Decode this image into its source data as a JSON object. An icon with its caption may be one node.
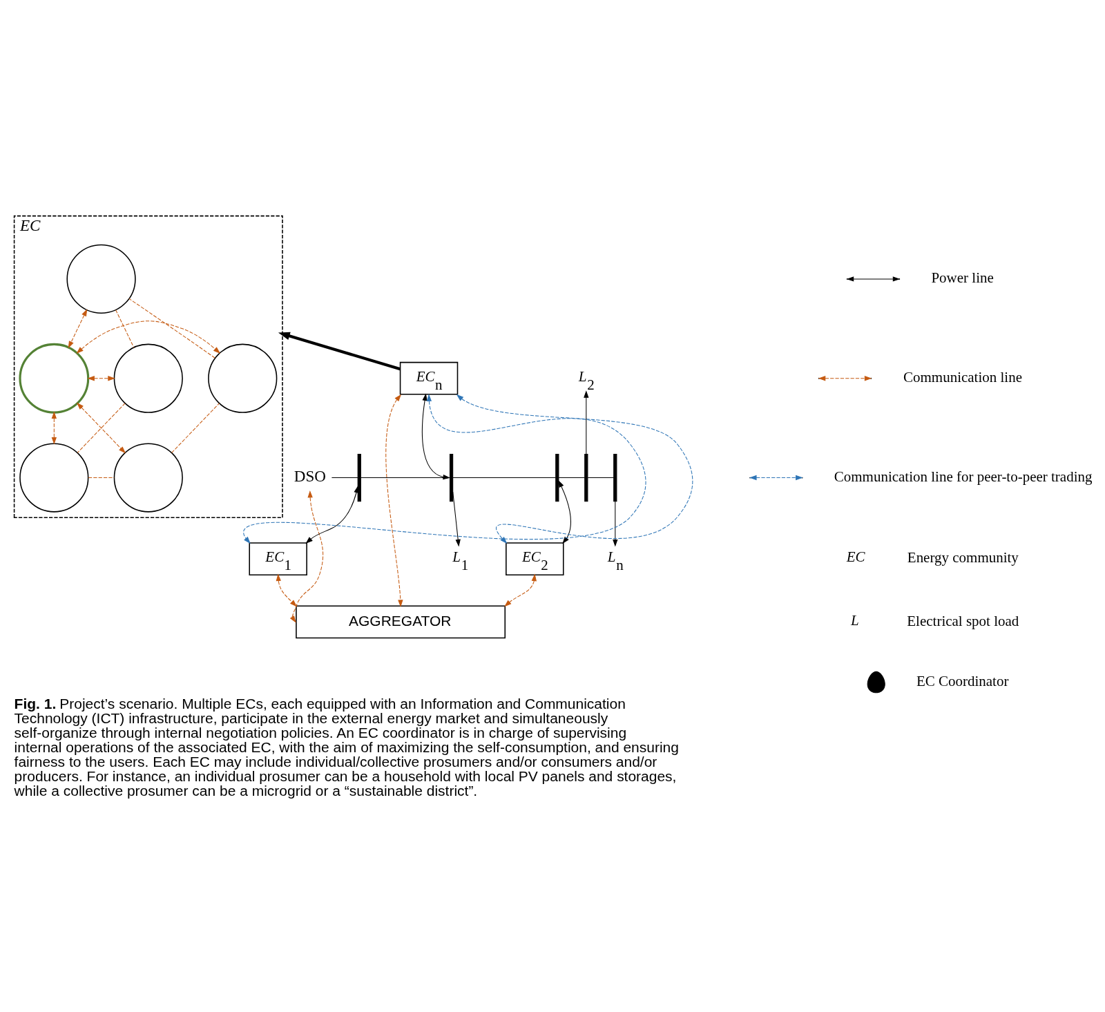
{
  "diagram": {
    "caption": "**Fig. 1.** Project’s scenario. Multiple ECs, each equipped with an Information and Communication Technology (ICT) infrastructure, participate in the external energy market and simultaneously self-organize through internal negotiation policies. An EC coordinator is in charge of supervising internal operations of the associated EC, with the aim of maximizing the self-consumption, and ensuring fairness to the users. Each EC may include individual/collective prosumers and/or consumers and/or producers. For instance, an individual prosumer can be a household with local PV panels and storages, while a collective prosumer can be a microgrid or a “sustainable district”.",
    "nodes": [
      {
        "text": [
          "EC"
        ]
      },
      {
        "text": [],
        "shape": "circle",
        "in": 0
      },
      {
        "text": [],
        "shape": "circle",
        "in": 0
      },
      {
        "text": [],
        "shape": "circle",
        "in": 0
      },
      {
        "text": [],
        "shape": "circle",
        "in": 0
      },
      {
        "text": [],
        "shape": "circle",
        "in": 0
      },
      {
        "text": [],
        "shape": "circle",
        "in": 0
      },
      {
        "text": [
          "DSO"
        ]
      },
      {
        "text": [],
        "shape": "bar"
      },
      {
        "text": [],
        "shape": "bar"
      },
      {
        "text": [],
        "shape": "bar"
      },
      {
        "text": [],
        "shape": "bar"
      },
      {
        "text": [],
        "shape": "bar"
      },
      {
        "text": [
          "EC$_{n}$"
        ]
      },
      {
        "text": [
          "EC$_{1}$"
        ]
      },
      {
        "text": [
          "EC$_{2}$"
        ]
      },
      {
        "text": [
          "L$_{1}$"
        ]
      },
      {
        "text": [
          "L$_{2}$"
        ]
      },
      {
        "text": [
          "L$_{n}$"
        ]
      },
      {
        "text": [
          "AGGREGATOR"
        ]
      },
      {
        "text": [],
        "shape": "person"
      }
    ],
    "edges": [
      {
        "from": 4,
        "to": 1,
        "arrow": "both",
        "style": "dashed",
        "color": "#c55a11"
      },
      {
        "from": 4,
        "to": 2,
        "arrow": "both",
        "style": "dashed",
        "color": "#c55a11"
      },
      {
        "from": 4,
        "to": 3,
        "arrow": "both",
        "style": "dashed",
        "color": "#c55a11"
      },
      {
        "from": 4,
        "to": 5,
        "arrow": "both",
        "style": "dashed",
        "color": "#c55a11"
      },
      {
        "from": 4,
        "to": 6,
        "arrow": "both",
        "style": "dashed",
        "color": "#c55a11"
      },
      {
        "from": 1,
        "to": 3,
        "arrow": "none",
        "style": "dashed",
        "color": "#c55a11"
      },
      {
        "from": 3,
        "to": 6,
        "arrow": "none",
        "style": "dashed",
        "color": "#c55a11"
      },
      {
        "from": 6,
        "to": 5,
        "arrow": "none",
        "style": "dashed",
        "color": "#c55a11"
      },
      {
        "from": 5,
        "to": 2,
        "arrow": "none",
        "style": "dashed",
        "color": "#c55a11"
      },
      {
        "from": 2,
        "to": 1,
        "arrow": "none",
        "style": "dashed",
        "color": "#c55a11"
      },
      {
        "from": 13,
        "to": 0,
        "arrow": "to",
        "style": "thick",
        "color": "#000000"
      },
      {
        "from": 7,
        "to": 8,
        "arrow": "none",
        "color": "#000000"
      },
      {
        "from": 8,
        "to": 9,
        "arrow": "none",
        "color": "#000000"
      },
      {
        "from": 9,
        "to": 10,
        "arrow": "none",
        "color": "#000000"
      },
      {
        "from": 10,
        "to": 11,
        "arrow": "none",
        "color": "#000000"
      },
      {
        "from": 11,
        "to": 12,
        "arrow": "none",
        "color": "#000000"
      },
      {
        "from": 8,
        "to": 14,
        "arrow": "both",
        "color": "#000000"
      },
      {
        "from": 9,
        "to": 13,
        "arrow": "both",
        "color": "#000000"
      },
      {
        "from": 9,
        "to": 16,
        "arrow": "to",
        "color": "#000000"
      },
      {
        "from": 10,
        "to": 15,
        "arrow": "both",
        "color": "#000000"
      },
      {
        "from": 11,
        "to": 17,
        "arrow": "to",
        "color": "#000000"
      },
      {
        "from": 12,
        "to": 18,
        "arrow": "to",
        "color": "#000000"
      },
      {
        "from": 13,
        "to": 14,
        "arrow": "both",
        "style": "dashed",
        "color": "#2e75b6"
      },
      {
        "from": 13,
        "to": 15,
        "arrow": "both",
        "style": "dashed",
        "color": "#2e75b6"
      },
      {
        "from": 13,
        "to": 19,
        "arrow": "both",
        "style": "dashed",
        "color": "#c55a11"
      },
      {
        "from": 14,
        "to": 19,
        "arrow": "both",
        "style": "dashed",
        "color": "#c55a11"
      },
      {
        "from": 15,
        "to": 19,
        "arrow": "both",
        "style": "dashed",
        "color": "#c55a11"
      },
      {
        "from": 7,
        "to": 19,
        "arrow": "both",
        "style": "dashed",
        "color": "#c55a11"
      }
    ],
    "labels": [
      "EC",
      "L"
    ],
    "legend": [
      {
        "text": "Power line"
      },
      {
        "text": "Communication line"
      },
      {
        "text": "Communication line for peer-to-peer trading"
      },
      {
        "text": "Energy community"
      },
      {
        "text": "Electrical spot load"
      },
      {
        "text": "EC Coordinator"
      }
    ]
  }
}
